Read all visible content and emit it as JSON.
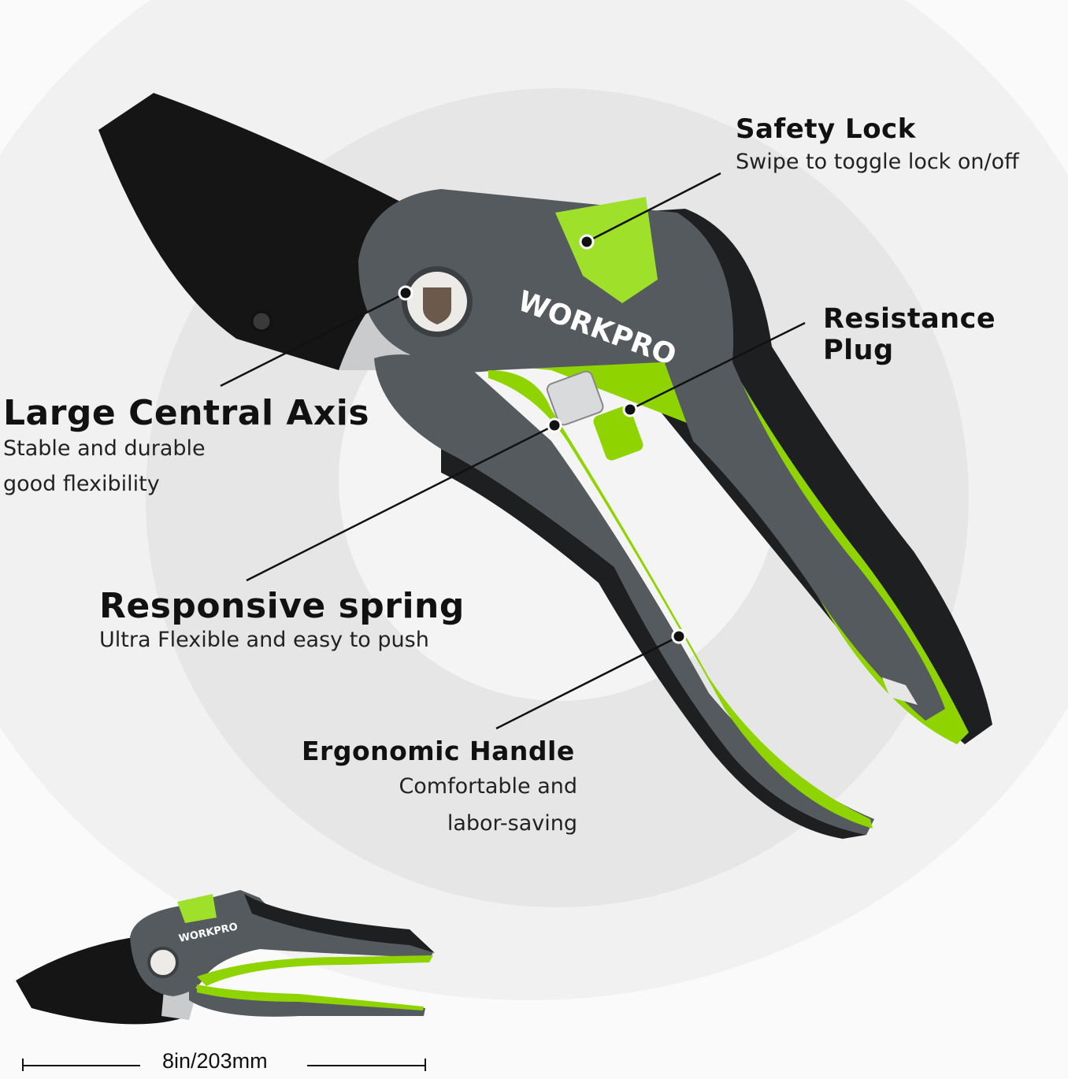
{
  "brand": {
    "name": "WORKPRO",
    "accent_color": "#8fd400",
    "body_color": "#555a5e",
    "grip_color": "#1e1f21",
    "blade_color": "#151515"
  },
  "callouts": [
    {
      "title": "Safety Lock",
      "lines": [
        "Swipe to toggle lock on/off"
      ]
    },
    {
      "title": "Resistance Plug",
      "lines": []
    },
    {
      "title": "Large Central Axis",
      "lines": [
        "Stable and durable",
        "good flexibility"
      ]
    },
    {
      "title": "Responsive spring",
      "lines": [
        "Ultra Flexible and easy to push"
      ]
    },
    {
      "title": "Ergonomic Handle",
      "lines": [
        "Comfortable and",
        "labor-saving"
      ]
    }
  ],
  "dimension": {
    "label": "8in/203mm"
  }
}
